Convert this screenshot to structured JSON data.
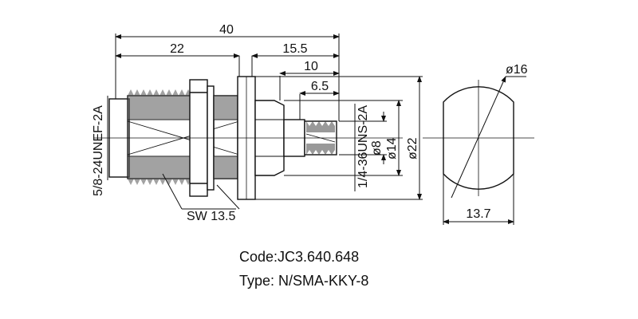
{
  "dimensions": {
    "overall_length": "40",
    "rear_length": "22",
    "front_length": "15.5",
    "front_inner": "10",
    "tip_length": "6.5",
    "pin_dia": "ø8",
    "tip_dia": "ø14",
    "flange_dia": "ø22",
    "cutout_dia": "ø16",
    "cutout_flat": "13.7",
    "wrench": "SW 13.5",
    "rear_thread": "5/8-24UNEF-2A",
    "front_thread": "1/4-36UNS-2A"
  },
  "caption": {
    "code": "Code:JC3.640.648",
    "type": "Type: N/SMA-KKY-8"
  }
}
